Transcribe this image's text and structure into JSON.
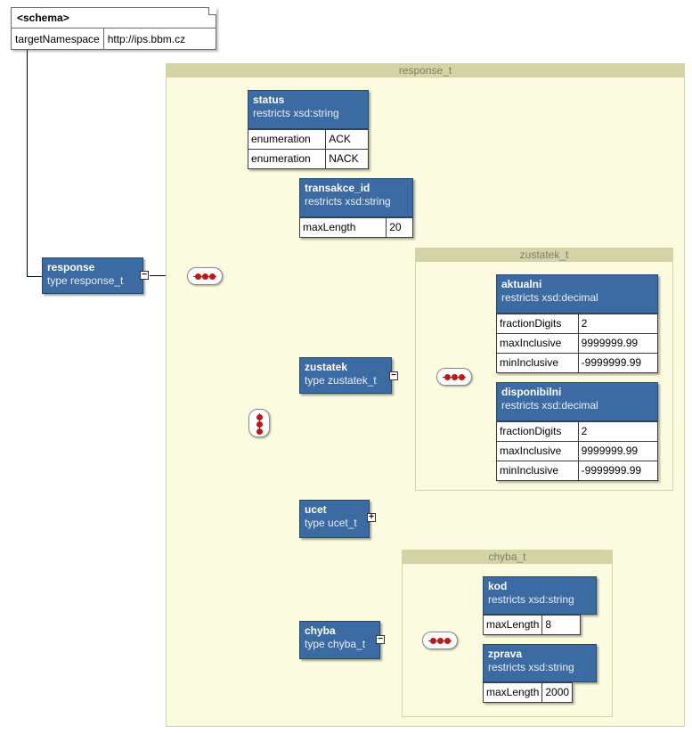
{
  "schema": {
    "header": "<schema>",
    "attr_name": "targetNamespace",
    "attr_value": "http://ips.bbm.cz"
  },
  "groups": {
    "response_t": "response_t",
    "zustatek_t": "zustatek_t",
    "chyba_t": "chyba_t"
  },
  "nodes": {
    "response": {
      "name": "response",
      "type": "type response_t"
    },
    "status": {
      "name": "status",
      "type": "restricts xsd:string",
      "facets": [
        [
          "enumeration",
          "ACK"
        ],
        [
          "enumeration",
          "NACK"
        ]
      ]
    },
    "transakce_id": {
      "name": "transakce_id",
      "type": "restricts xsd:string",
      "facets": [
        [
          "maxLength",
          "20"
        ]
      ]
    },
    "zustatek": {
      "name": "zustatek",
      "type": "type zustatek_t"
    },
    "aktualni": {
      "name": "aktualni",
      "type": "restricts xsd:decimal",
      "facets": [
        [
          "fractionDigits",
          "2"
        ],
        [
          "maxInclusive",
          "9999999.99"
        ],
        [
          "minInclusive",
          "-9999999.99"
        ]
      ]
    },
    "disponibilni": {
      "name": "disponibilni",
      "type": "restricts xsd:decimal",
      "facets": [
        [
          "fractionDigits",
          "2"
        ],
        [
          "maxInclusive",
          "9999999.99"
        ],
        [
          "minInclusive",
          "-9999999.99"
        ]
      ]
    },
    "ucet": {
      "name": "ucet",
      "type": "type ucet_t"
    },
    "chyba": {
      "name": "chyba",
      "type": "type chyba_t"
    },
    "kod": {
      "name": "kod",
      "type": "restricts xsd:string",
      "facets": [
        [
          "maxLength",
          "8"
        ]
      ]
    },
    "zprava": {
      "name": "zprava",
      "type": "restricts xsd:string",
      "facets": [
        [
          "maxLength",
          "2000"
        ]
      ]
    }
  },
  "toggles": {
    "expanded": "−",
    "collapsed": "+"
  },
  "colors": {
    "node_fill": "#3c6ba3",
    "group_fill": "#fbfbdf",
    "group_header": "#d3d3a6",
    "compositor_dot": "#c01818"
  }
}
